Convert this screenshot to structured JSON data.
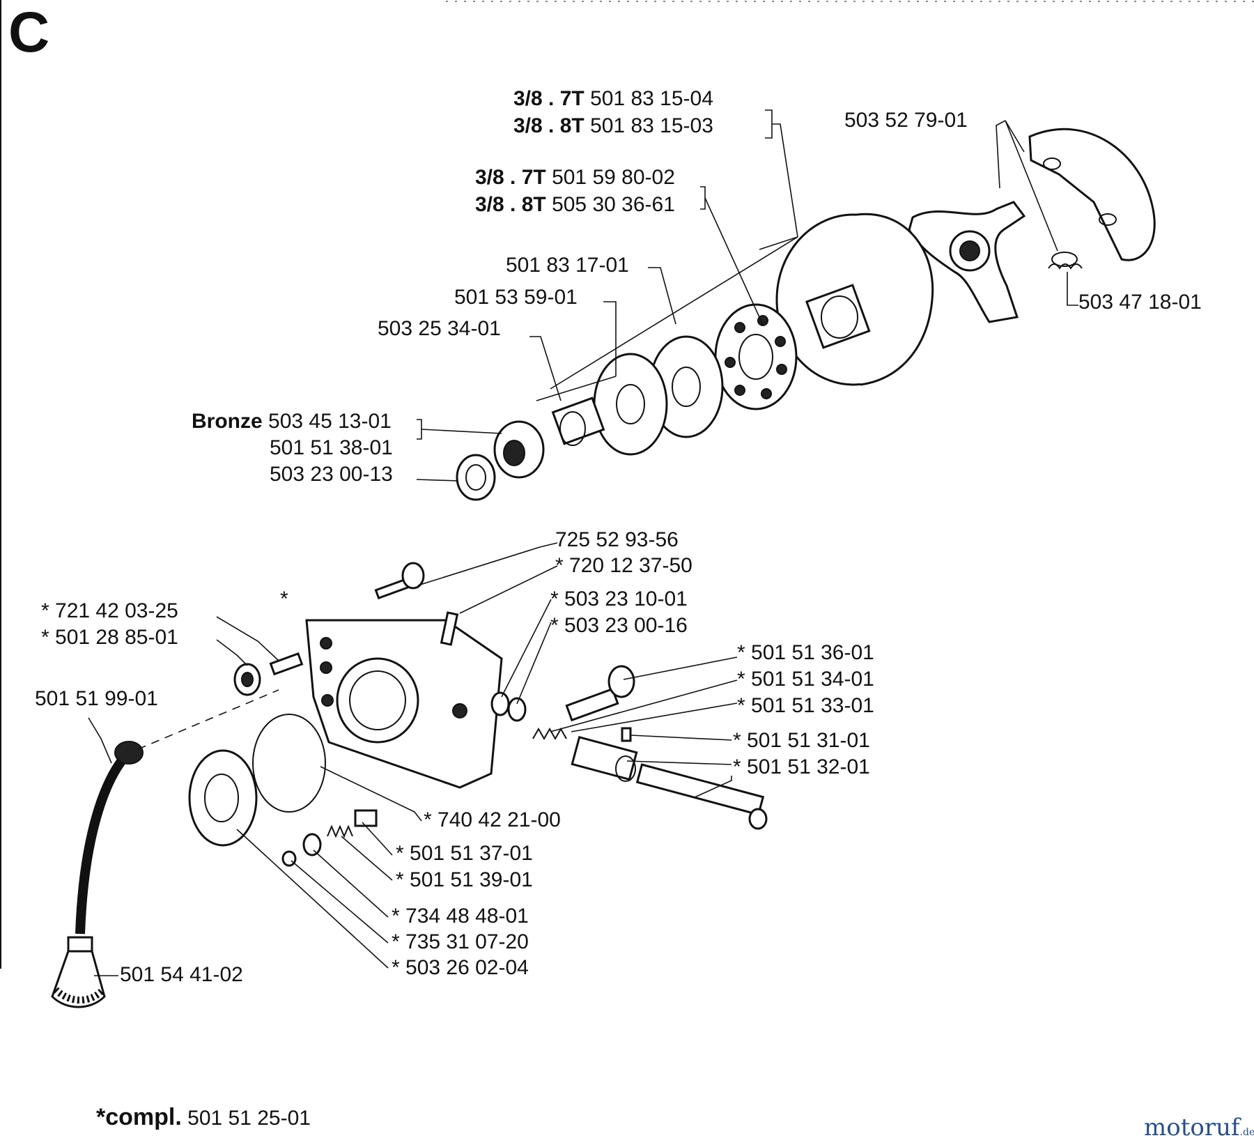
{
  "section_letter": "C",
  "labels": {
    "sprocket_7t_prefix": "3/8 . 7T",
    "sprocket_7t_number": "501 83 15-04",
    "sprocket_8t_prefix": "3/8 . 8T",
    "sprocket_8t_number": "501 83 15-03",
    "rim_7t_prefix": "3/8 . 7T",
    "rim_7t_number": "501 59 80-02",
    "rim_8t_prefix": "3/8 . 8T",
    "rim_8t_number": "505 30 36-61",
    "clutch_shoe": "503 52 79-01",
    "clutch_spring": "503 47 18-01",
    "washer_a": "501 83 17-01",
    "washer_b": "501 53 59-01",
    "needle_bearing": "503 25 34-01",
    "bronze_prefix": "Bronze",
    "bronze_number": "503 45 13-01",
    "bushing": "501 51 38-01",
    "ring": "503 23 00-13",
    "screw": "725 52 93-56",
    "pin_a": "* 720 12 37-50",
    "asterisk_only": "*",
    "seal_a": "* 721 42 03-25",
    "seal_b": "* 501 28 85-01",
    "washer_c": "* 503 23 10-01",
    "washer_d": "* 503 23 00-16",
    "adjust_screw": "* 501 51 36-01",
    "spring_a": "* 501 51 34-01",
    "washer_e": "* 501 51 33-01",
    "pin_b": "* 501 51 31-01",
    "pump_piston": "* 501 51 32-01",
    "oil_hose": "501 51 99-01",
    "o_ring": "* 740 42 21-00",
    "plate": "* 501 51 37-01",
    "spring_b": "* 501 51 39-01",
    "washer_f": "* 734 48 48-01",
    "circlip": "* 735 31 07-20",
    "seal_c": "* 503 26 02-04",
    "filter": "501 54 41-02",
    "compl_prefix": "*compl.",
    "compl_number": "501 51 25-01"
  },
  "logo": {
    "name": "motoruf",
    "suffix": ".de"
  }
}
